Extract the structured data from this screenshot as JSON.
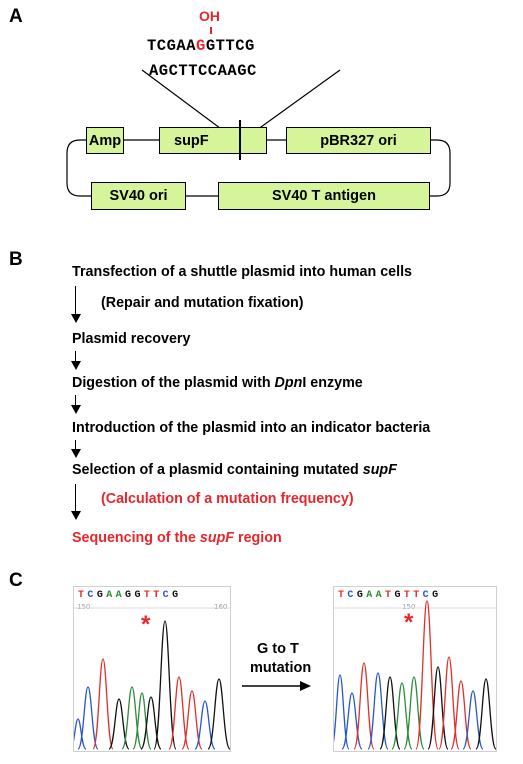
{
  "panel_a": {
    "letter": "A",
    "oh_label": "OH",
    "top_strand_left": "TCGAA",
    "top_strand_mod": "G",
    "top_strand_right": "GTTCG",
    "bottom_strand": "AGCTTCCAAGC",
    "boxes": {
      "amp": "Amp",
      "supf": "supF",
      "pbr": "pBR327 ori",
      "sv40ori": "SV40 ori",
      "sv40t": "SV40 T antigen"
    },
    "box_fill": "#d6f59a",
    "accent": "#e8262c"
  },
  "panel_b": {
    "letter": "B",
    "steps": {
      "transfection": "Transfection of a shuttle plasmid into human cells",
      "repair": "(Repair and mutation fixation)",
      "recovery": "Plasmid recovery",
      "digestion_pre": "Digestion of the plasmid with ",
      "digestion_italic": "Dpn",
      "digestion_post": "I enzyme",
      "introduction": "Introduction of the plasmid into an indicator bacteria",
      "selection_pre": "Selection of a plasmid containing mutated ",
      "selection_italic": "supF",
      "calculation": "(Calculation of a mutation frequency)",
      "sequencing_pre": "Sequencing of the ",
      "sequencing_italic": "supF",
      "sequencing_post": " region"
    }
  },
  "panel_c": {
    "letter": "C",
    "left_sequence": "TCGAAGGTTCG",
    "left_tick": "150",
    "left_tick2": "160",
    "right_sequence": "TCGAATGTTCG",
    "right_tick": "150",
    "star": "*",
    "mutation_line1": "G to T",
    "mutation_line2": "mutation",
    "base_colors": {
      "A": "#2e8b3a",
      "C": "#2a57c9",
      "G": "#111111",
      "T": "#e0302a"
    }
  }
}
